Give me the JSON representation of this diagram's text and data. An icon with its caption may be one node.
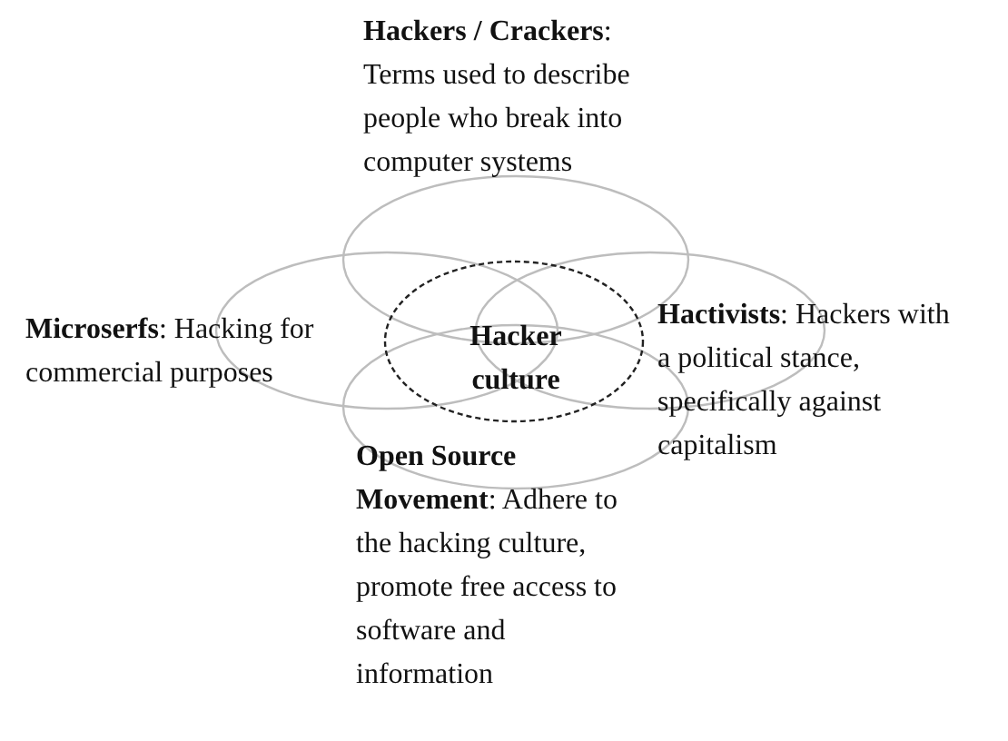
{
  "diagram": {
    "nodes": [
      {
        "text": [
          "**Hackers / Crackers**: Terms used to describe people who break into computer systems"
        ]
      },
      {
        "text": [
          "**Microserfs**: Hacking for commercial purposes"
        ]
      },
      {
        "text": [
          "Hacker culture"
        ]
      },
      {
        "text": [
          "**Hactivists**: Hackers with a political stance, specifically against capitalism"
        ]
      },
      {
        "text": [
          "**Open Source Movement**: Adhere to the hacking culture, promote free access to software and information"
        ]
      }
    ]
  }
}
